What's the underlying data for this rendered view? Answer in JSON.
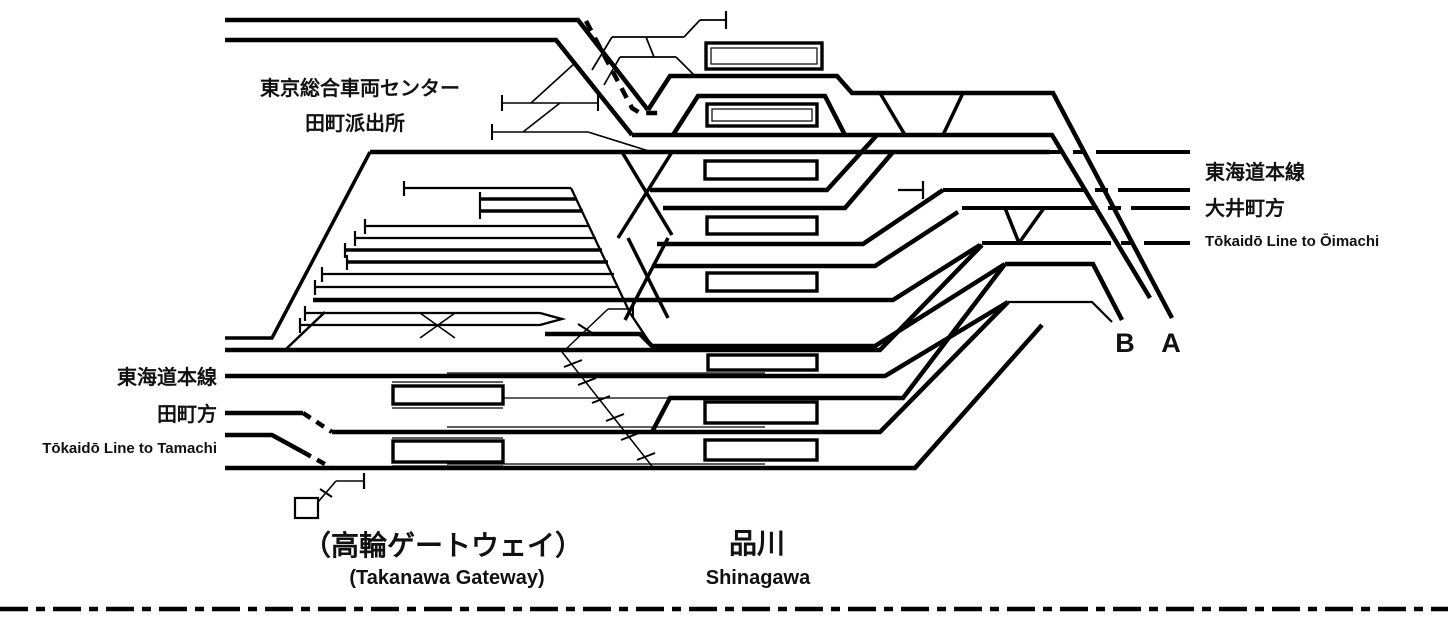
{
  "diagram": {
    "type": "railway-track-diagram",
    "depot": {
      "name_line1": "東京総合車両センター",
      "name_line2": "田町派出所"
    },
    "right_exit": {
      "label_jp_line": "東海道本線",
      "label_jp_direction": "大井町方",
      "label_en": "Tōkaidō Line to Ōimachi"
    },
    "left_exit": {
      "label_jp_line": "東海道本線",
      "label_jp_direction": "田町方",
      "label_en": "Tōkaidō Line to Tamachi"
    },
    "tracks": {
      "track_b": "B",
      "track_a": "A"
    },
    "stations": {
      "takanawa_gateway_jp": "（高輪ゲートウェイ）",
      "takanawa_gateway_en": "(Takanawa Gateway)",
      "shinagawa_jp": "品川",
      "shinagawa_en": "Shinagawa"
    },
    "colors": {
      "line": "#000000",
      "background": "#ffffff"
    }
  }
}
